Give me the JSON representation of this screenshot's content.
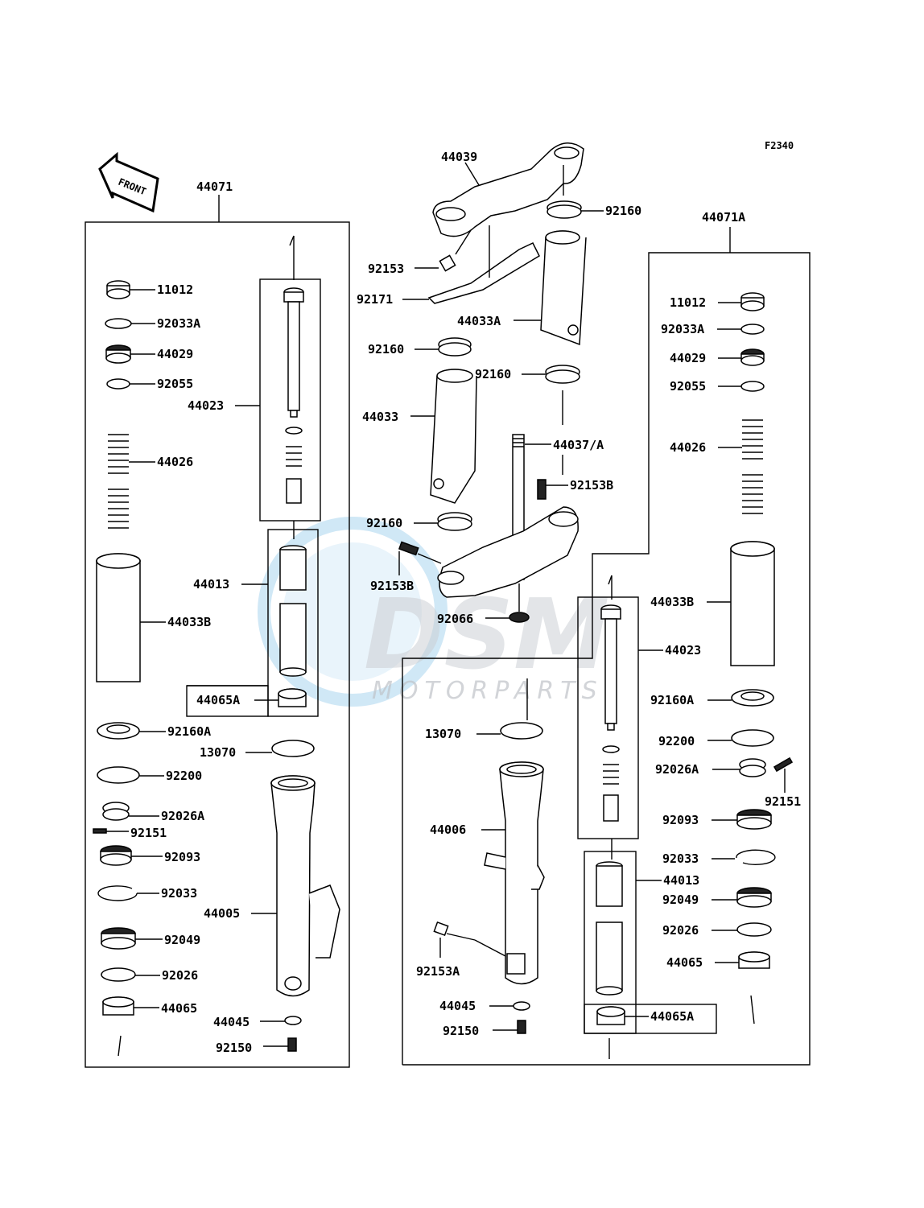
{
  "figure_code": "F2340",
  "front_arrow": "FRONT",
  "watermark": {
    "logo": "DSM",
    "tagline": "MOTORPARTS"
  },
  "left_group": {
    "assembly": "44071",
    "parts": [
      "11012",
      "92033A",
      "44029",
      "92055",
      "44023",
      "44026",
      "44013",
      "44033B",
      "44065A",
      "92160A",
      "13070",
      "92200",
      "92026A",
      "92151",
      "92093",
      "92033",
      "44005",
      "92049",
      "92026",
      "44065",
      "44045",
      "92150"
    ]
  },
  "center_group": {
    "parts": [
      "44039",
      "92160",
      "92153",
      "92171",
      "44033A",
      "92160",
      "92160",
      "44033",
      "44037/A",
      "92153B",
      "92160",
      "92153B",
      "92066",
      "13070",
      "44006",
      "92153A",
      "44045",
      "92150"
    ]
  },
  "right_group": {
    "assembly": "44071A",
    "parts": [
      "11012",
      "92033A",
      "44029",
      "92055",
      "44026",
      "44033B",
      "44023",
      "92160A",
      "92200",
      "92026A",
      "92151",
      "92093",
      "92033",
      "44013",
      "92049",
      "92026",
      "44065",
      "44065A"
    ]
  }
}
